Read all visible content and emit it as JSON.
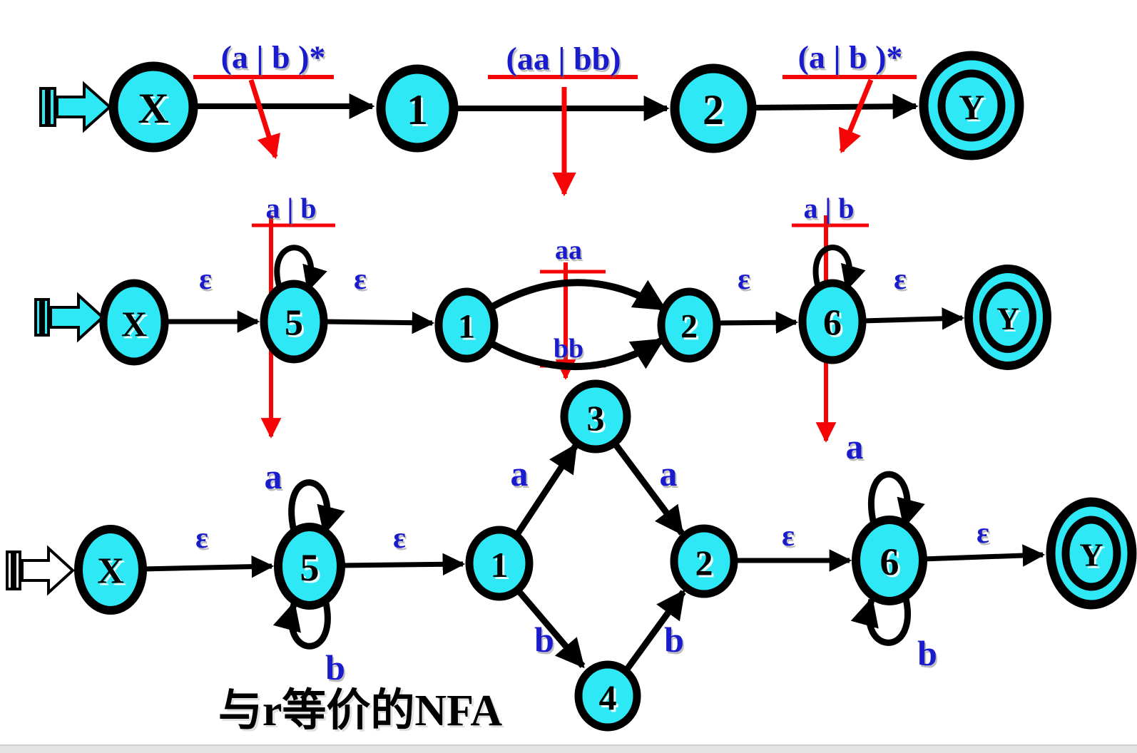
{
  "caption": {
    "text": "与r等价的NFA"
  },
  "colors": {
    "state_fill": "#2EE8F5",
    "state_border": "#000000",
    "label_blue": "#1B1BCE",
    "annotation_red": "#F50505",
    "footer_bar": "#E3E3E3"
  },
  "fa1": {
    "start": "X",
    "accepting": "Y",
    "states": [
      "X",
      "1",
      "2",
      "Y"
    ],
    "edges": [
      {
        "from": "X",
        "to": "1",
        "label": "(a | b )*"
      },
      {
        "from": "1",
        "to": "2",
        "label": "(aa | bb)"
      },
      {
        "from": "2",
        "to": "Y",
        "label": "(a | b )*"
      }
    ]
  },
  "fa2": {
    "start": "X",
    "accepting": "Y",
    "states": [
      "X",
      "5",
      "1",
      "2",
      "6",
      "Y"
    ],
    "edges": [
      {
        "from": "X",
        "to": "5",
        "label": "ε"
      },
      {
        "from": "5",
        "to": "5",
        "label": "a | b",
        "type": "self-loop-top"
      },
      {
        "from": "5",
        "to": "1",
        "label": "ε"
      },
      {
        "from": "1",
        "to": "2",
        "label": "aa",
        "type": "curve-up"
      },
      {
        "from": "1",
        "to": "2",
        "label": "bb",
        "type": "curve-down"
      },
      {
        "from": "2",
        "to": "6",
        "label": "ε"
      },
      {
        "from": "6",
        "to": "6",
        "label": "a | b",
        "type": "self-loop-top"
      },
      {
        "from": "6",
        "to": "Y",
        "label": "ε"
      }
    ]
  },
  "fa3": {
    "start": "X",
    "accepting": "Y",
    "states": [
      "X",
      "5",
      "1",
      "3",
      "4",
      "2",
      "6",
      "Y"
    ],
    "edges": [
      {
        "from": "X",
        "to": "5",
        "label": "ε"
      },
      {
        "from": "5",
        "to": "5",
        "label": "a",
        "type": "self-loop-top"
      },
      {
        "from": "5",
        "to": "5",
        "label": "b",
        "type": "self-loop-bottom"
      },
      {
        "from": "5",
        "to": "1",
        "label": "ε"
      },
      {
        "from": "1",
        "to": "3",
        "label": "a"
      },
      {
        "from": "3",
        "to": "2",
        "label": "a"
      },
      {
        "from": "1",
        "to": "4",
        "label": "b"
      },
      {
        "from": "4",
        "to": "2",
        "label": "b"
      },
      {
        "from": "2",
        "to": "6",
        "label": "ε"
      },
      {
        "from": "6",
        "to": "6",
        "label": "a",
        "type": "self-loop-top"
      },
      {
        "from": "6",
        "to": "6",
        "label": "b",
        "type": "self-loop-bottom"
      },
      {
        "from": "6",
        "to": "Y",
        "label": "ε"
      }
    ]
  }
}
